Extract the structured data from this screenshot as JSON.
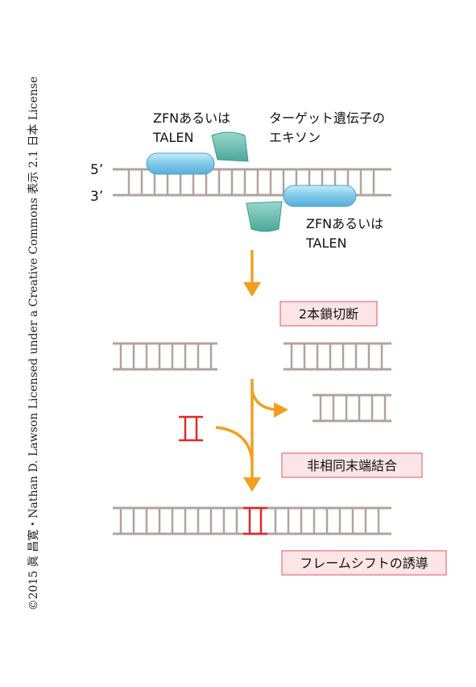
{
  "credit": "©2015 眞 昌寛・Nathan D. Lawson Licensed under a Creative Commons 表示 2.1 日本 License",
  "labels": {
    "zfn_top_line1": "ZFNあるいは",
    "zfn_top_line2": "TALEN",
    "target_line1": "ターゲット遺伝子の",
    "target_line2": "エキソン",
    "strand_5": "5’",
    "strand_3": "3’",
    "zfn_bottom_line1": "ZFNあるいは",
    "zfn_bottom_line2": "TALEN"
  },
  "steps": {
    "dsb": "2本鎖切断",
    "nhej": "非相同末端結合",
    "frameshift": "フレームシフトの誘導"
  },
  "colors": {
    "dna": "#b0a49c",
    "protein_blue": "#7ec8e8",
    "protein_teal": "#5fb8a8",
    "arrow": "#f0a020",
    "insertion": "#e02828",
    "box_fill": "#fde4e6",
    "box_border": "#e07080"
  }
}
